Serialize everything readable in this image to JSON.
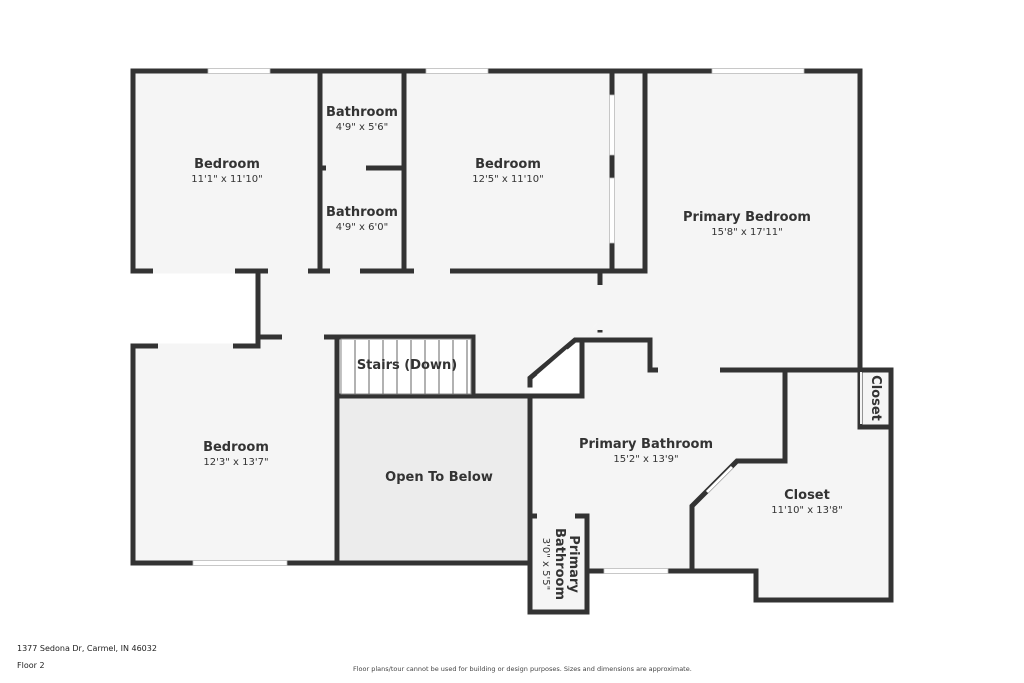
{
  "colors": {
    "wall": "#333333",
    "room_fill": "#f5f5f5",
    "open_to_below_fill": "#ececec",
    "window": "#ffffff",
    "background": "#ffffff"
  },
  "rooms": {
    "bedroom_nw": {
      "name": "Bedroom",
      "dims": "11'1\" x 11'10\""
    },
    "bathroom_top": {
      "name": "Bathroom",
      "dims": "4'9\" x 5'6\""
    },
    "bathroom_mid": {
      "name": "Bathroom",
      "dims": "4'9\" x 6'0\""
    },
    "bedroom_n": {
      "name": "Bedroom",
      "dims": "12'5\" x 11'10\""
    },
    "primary_bedroom": {
      "name": "Primary Bedroom",
      "dims": "15'8\" x 17'11\""
    },
    "stairs": {
      "name": "Stairs (Down)"
    },
    "bedroom_sw": {
      "name": "Bedroom",
      "dims": "12'3\" x 13'7\""
    },
    "open_to_below": {
      "name": "Open To Below"
    },
    "primary_bathroom": {
      "name": "Primary Bathroom",
      "dims": "15'2\" x 13'9\""
    },
    "primary_bathroom_small": {
      "name_line1": "Primary",
      "name_line2": "Bathroom",
      "dims": "3'0\" x 5'5\""
    },
    "closet_small": {
      "name": "Closet"
    },
    "closet": {
      "name": "Closet",
      "dims": "11'10\" x 13'8\""
    }
  },
  "footer": {
    "address": "1377 Sedona Dr, Carmel, IN 46032",
    "floor": "Floor 2",
    "disclaimer": "Floor plans/tour cannot be used for building or design purposes. Sizes and dimensions are approximate."
  }
}
